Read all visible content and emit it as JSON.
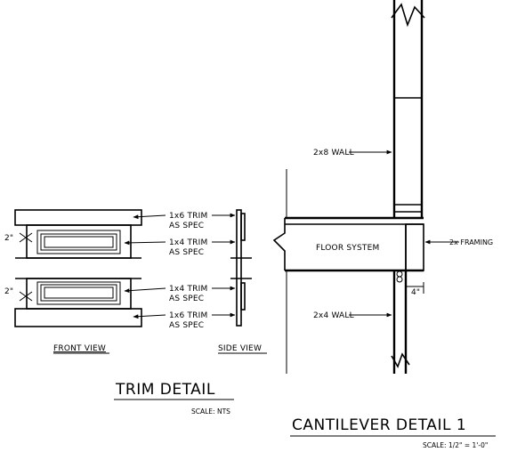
{
  "trim_detail": {
    "labels": {
      "top_trim_line1": "1x6 TRIM",
      "top_trim_line2": "AS SPEC",
      "upper_inner_line1": "1x4 TRIM",
      "upper_inner_line2": "AS SPEC",
      "lower_inner_line1": "1x4 TRIM",
      "lower_inner_line2": "AS SPEC",
      "bottom_trim_line1": "1x6 TRIM",
      "bottom_trim_line2": "AS SPEC",
      "dim_top": "2\"",
      "dim_bottom": "2\""
    },
    "front_view_label": "FRONT VIEW",
    "side_view_label": "SIDE VIEW",
    "title": "TRIM DETAIL",
    "scale": "SCALE: NTS"
  },
  "cantilever_detail": {
    "labels": {
      "wall_upper": "2x8 WALL",
      "floor_system": "FLOOR SYSTEM",
      "framing": "2x FRAMING",
      "wall_lower": "2x4 WALL",
      "dim_offset": "4\""
    },
    "title": "CANTILEVER DETAIL 1",
    "scale": "SCALE: 1/2\" = 1'-0\""
  }
}
